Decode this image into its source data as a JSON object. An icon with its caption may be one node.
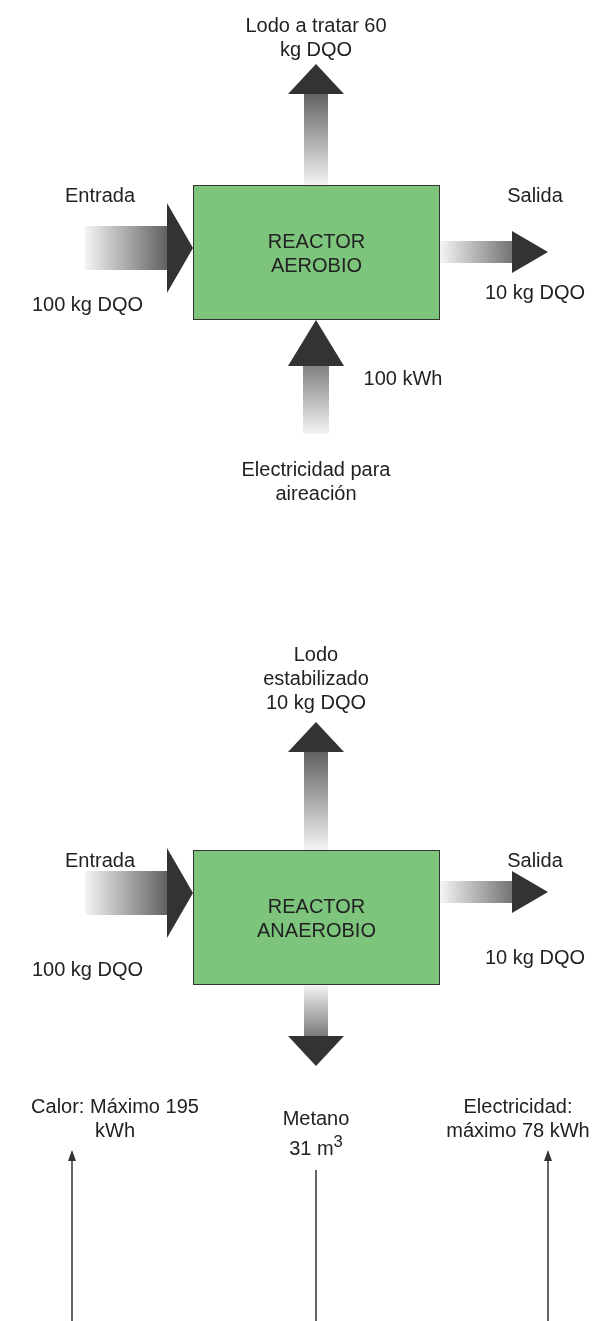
{
  "diagram": {
    "nodes": [
      {
        "text": [
          "Lodo a tratar 60 kg DQO"
        ]
      },
      {
        "text": [
          "REACTOR AEROBIO"
        ]
      },
      {
        "text": [
          "Electricidad para aireación"
        ]
      },
      {
        "text": [
          "Lodo estabilizado 10 kg DQO"
        ]
      },
      {
        "text": [
          "REACTOR ANAEROBIO"
        ]
      },
      {
        "text": [
          "Calor: Máximo 195 kWh"
        ]
      },
      {
        "text": [
          "Metano 31 m$^{3}$"
        ]
      },
      {
        "text": [
          "Electricidad: máximo 78 kWh"
        ]
      }
    ],
    "edges": [
      {
        "from": null,
        "to": 1,
        "arrow": "to",
        "style": "thick"
      },
      {
        "from": 1,
        "to": 0,
        "arrow": "to",
        "style": "thick"
      },
      {
        "from": 1,
        "to": null,
        "arrow": "to",
        "style": "thick"
      },
      {
        "from": 2,
        "to": 1,
        "arrow": "to",
        "style": "thick"
      },
      {
        "from": null,
        "to": 4,
        "arrow": "to",
        "style": "thick"
      },
      {
        "from": 4,
        "to": 3,
        "arrow": "to",
        "style": "thick"
      },
      {
        "from": 4,
        "to": null,
        "arrow": "to",
        "style": "thick"
      },
      {
        "from": 4,
        "to": 6,
        "arrow": "to",
        "style": "thick"
      },
      {
        "from": null,
        "to": 5,
        "arrow": "to"
      },
      {
        "from": null,
        "to": 6,
        "arrow": "none"
      },
      {
        "from": null,
        "to": 7,
        "arrow": "to"
      }
    ],
    "labels": [
      "Entrada",
      "Salida",
      "100 kg DQO",
      "10 kg DQO",
      "100 kWh",
      "Entrada",
      "Salida",
      "100 kg DQO",
      "10 kg DQO"
    ]
  }
}
